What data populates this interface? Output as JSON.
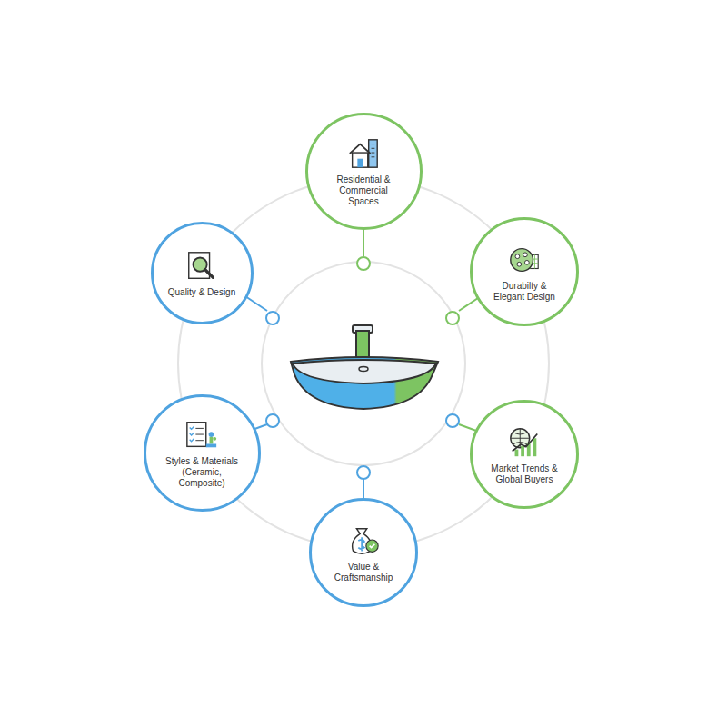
{
  "diagram": {
    "nodes": [
      {
        "text": [
          "Residential & Commercial Spaces"
        ]
      },
      {
        "text": [
          "Durabilty & Elegant Design"
        ]
      },
      {
        "text": [
          "Market Trends & Global Buyers"
        ]
      },
      {
        "text": [
          "Value & Craftsmanship"
        ]
      },
      {
        "text": [
          "Styles & Materials (Ceramic, Composite)"
        ]
      },
      {
        "text": [
          "Quality & Design"
        ]
      }
    ]
  }
}
